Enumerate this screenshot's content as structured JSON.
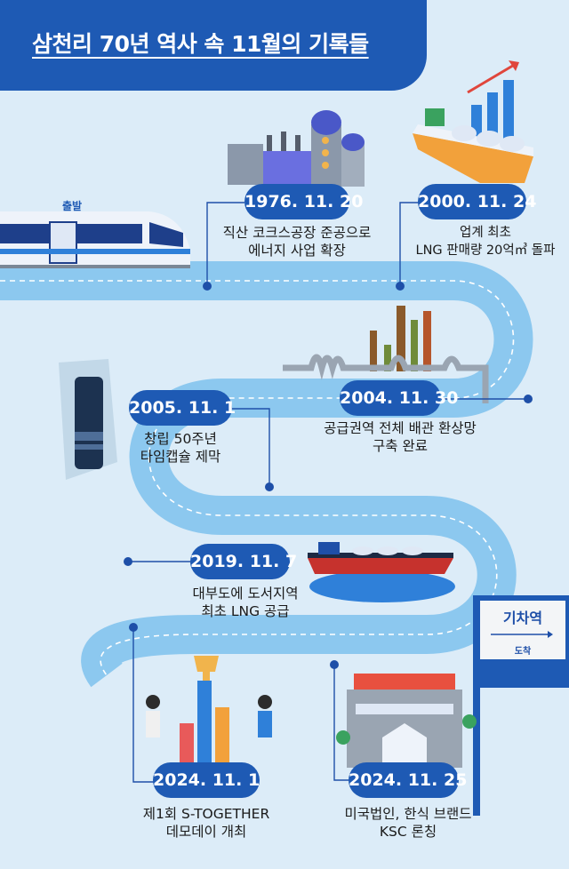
{
  "title": "삼천리 70년 역사 속 11월의 기록들",
  "start_label": "출발",
  "station": {
    "name": "기차역",
    "arrive": "도착"
  },
  "events": [
    {
      "date": "1976. 11. 20",
      "line1": "직산 코크스공장 준공으로",
      "line2": "에너지 사업 확장",
      "icon": "factory-icon"
    },
    {
      "date": "2000. 11. 24",
      "line1": "업계 최초",
      "line2": "LNG 판매량 20억㎥ 돌파",
      "icon": "lng-ship-growth-icon"
    },
    {
      "date": "2004. 11. 30",
      "line1": "공급권역 전체 배관 환상망",
      "line2": "구축 완료",
      "icon": "pipeline-icon"
    },
    {
      "date": "2005. 11. 1",
      "line1": "창립 50주년",
      "line2": "타임캡슐 제막",
      "icon": "time-capsule-icon"
    },
    {
      "date": "2019. 11. 7",
      "line1": "대부도에 도서지역",
      "line2": "최초 LNG 공급",
      "icon": "tanker-ship-icon"
    },
    {
      "date": "2024. 11. 1",
      "line1": "제1회 S-TOGETHER",
      "line2": "데모데이 개최",
      "icon": "trophy-icon"
    },
    {
      "date": "2024. 11. 25",
      "line1": "미국법인, 한식 브랜드",
      "line2": "KSC 론칭",
      "icon": "restaurant-icon"
    }
  ],
  "colors": {
    "background": "#dcecf8",
    "primary": "#1e5ab4",
    "track": "#8cc8ef"
  }
}
